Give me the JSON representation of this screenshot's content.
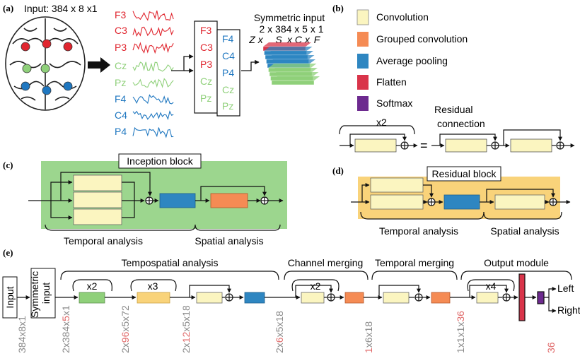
{
  "panels": {
    "a": "(a)",
    "b": "(b)",
    "c": "(c)",
    "d": "(d)",
    "e": "(e)"
  },
  "colors": {
    "convolution": "#fbf5c0",
    "grouped": "#f58b54",
    "pool": "#2e86c1",
    "flatten": "#d9344a",
    "softmax": "#6d2a8f",
    "green_block": "#8fd07a",
    "inception_bg": "#9cd68e",
    "residual_bg": "#f9d37a",
    "red_text": "#e0262f",
    "green_text": "#8fd07a",
    "blue_text": "#1f77c0",
    "dim_gray": "#8a8a8a",
    "dim_red": "#e06a6a"
  },
  "panel_a": {
    "input_label": "Input: 384 x 8 x1",
    "channels": [
      {
        "name": "F3",
        "group": "red"
      },
      {
        "name": "C3",
        "group": "red"
      },
      {
        "name": "P3",
        "group": "red"
      },
      {
        "name": "Cz",
        "group": "green"
      },
      {
        "name": "Pz",
        "group": "green"
      },
      {
        "name": "F4",
        "group": "blue"
      },
      {
        "name": "C4",
        "group": "blue"
      },
      {
        "name": "P4",
        "group": "blue"
      }
    ],
    "left_column": [
      "F3",
      "C3",
      "P3",
      "Cz",
      "Pz"
    ],
    "right_column": [
      "F4",
      "C4",
      "P4",
      "Cz",
      "Pz"
    ],
    "sym_title": "Symmetric input",
    "sym_dims": "2 x 384 x 5 x 1",
    "sym_axes": [
      "Z x",
      "S",
      "x C x",
      "F"
    ]
  },
  "panel_b": {
    "legend": [
      {
        "label": "Convolution",
        "color": "#fbf5c0"
      },
      {
        "label": "Grouped convolution",
        "color": "#f58b54"
      },
      {
        "label": "Average pooling",
        "color": "#2e86c1"
      },
      {
        "label": "Flatten",
        "color": "#d9344a"
      },
      {
        "label": "Softmax",
        "color": "#6d2a8f"
      }
    ],
    "repeat_label": "x2",
    "equals": "=",
    "residual_line1": "Residual",
    "residual_line2": "connection"
  },
  "panel_c": {
    "title": "Inception block",
    "temporal": "Temporal analysis",
    "spatial": "Spatial analysis"
  },
  "panel_d": {
    "title": "Residual block",
    "temporal": "Temporal analysis",
    "spatial": "Spatial analysis"
  },
  "panel_e": {
    "input": "Input",
    "symmetric_input": "Symmetric input",
    "groups": [
      "Tempospatial analysis",
      "Channel merging",
      "Temporal merging",
      "Output module"
    ],
    "repeats": [
      "x2",
      "x3",
      "x2",
      "x4"
    ],
    "dims": [
      {
        "lead": "",
        "red": "",
        "tail": "384x8x1"
      },
      {
        "lead": "2x384x",
        "red": "5",
        "tail": "x1"
      },
      {
        "lead": "2x",
        "red": "96",
        "tail": "x5x72"
      },
      {
        "lead": "2x",
        "red": "12",
        "tail": "x5x18"
      },
      {
        "lead": "2x",
        "red": "6",
        "tail": "x5x18"
      },
      {
        "lead": "",
        "red": "1",
        "tail": "x6x18"
      },
      {
        "lead": "1x1x1x",
        "red": "36",
        "tail": ""
      },
      {
        "lead": "",
        "red": "36",
        "tail": ""
      }
    ],
    "outputs": [
      "Left",
      "Right"
    ]
  }
}
